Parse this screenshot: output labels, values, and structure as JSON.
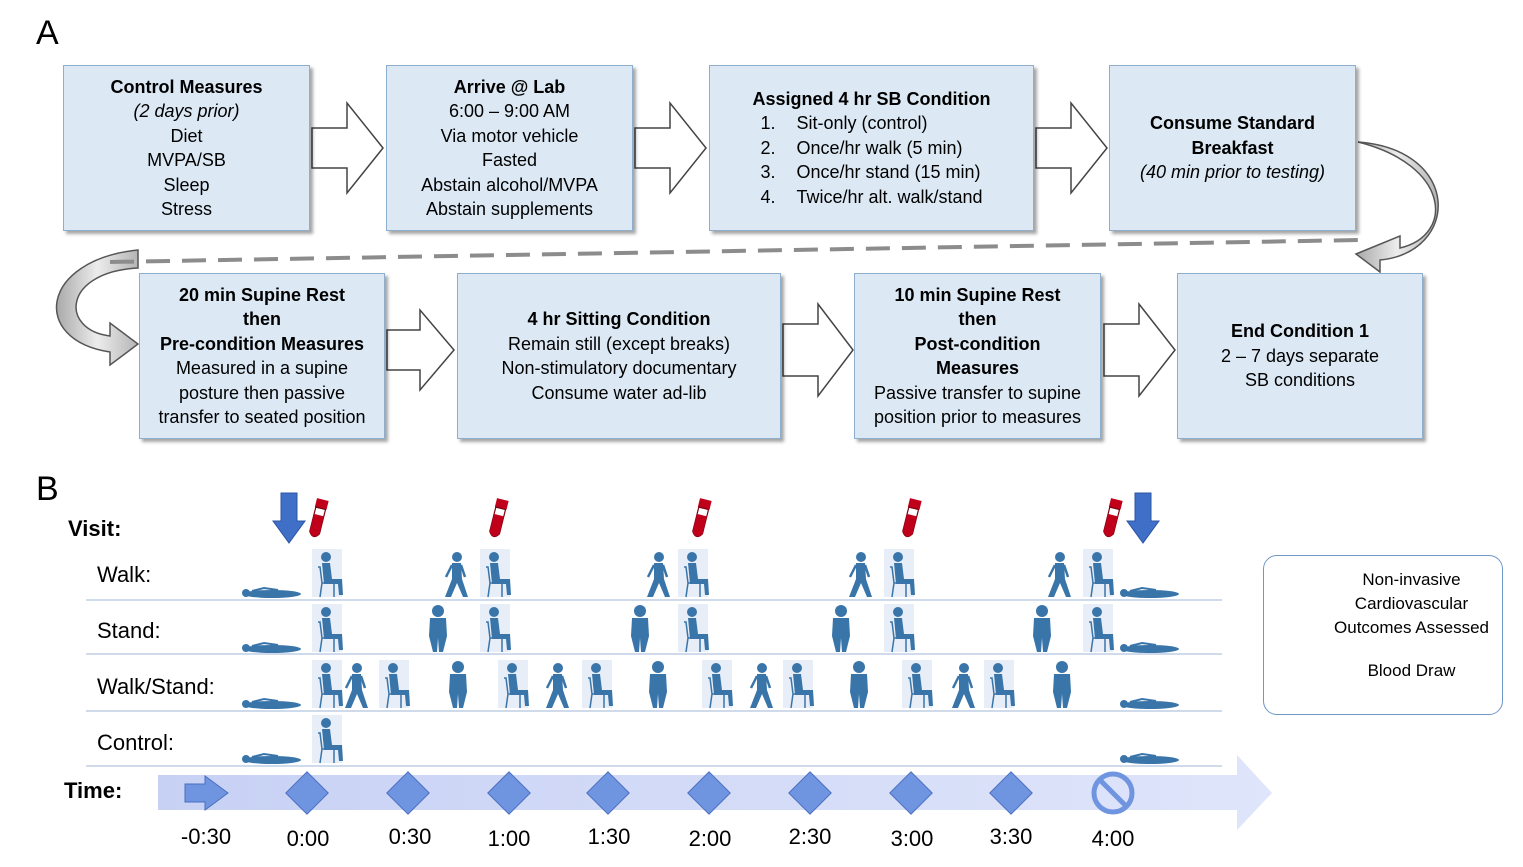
{
  "panel_a_label": "A",
  "panel_b_label": "B",
  "boxes": {
    "control": {
      "title": "Control Measures",
      "subtitle": "(2 days prior)",
      "lines": [
        "Diet",
        "MVPA/SB",
        "Sleep",
        "Stress"
      ]
    },
    "arrive": {
      "title": "Arrive @ Lab",
      "lines": [
        "6:00 – 9:00 AM",
        "Via motor vehicle",
        "Fasted",
        "Abstain alcohol/MVPA",
        "Abstain supplements"
      ]
    },
    "assigned": {
      "title": "Assigned 4 hr SB Condition",
      "items": [
        {
          "n": "1.",
          "text": "Sit-only (control)"
        },
        {
          "n": "2.",
          "text": "Once/hr walk (5 min)"
        },
        {
          "n": "3.",
          "text": "Once/hr stand (15 min)"
        },
        {
          "n": "4.",
          "text": "Twice/hr alt. walk/stand"
        }
      ]
    },
    "breakfast": {
      "title1": "Consume Standard",
      "title2": "Breakfast",
      "subtitle": "(40 min prior to testing)"
    },
    "supine20": {
      "title1": "20 min Supine Rest",
      "title2": "then",
      "title3": "Pre-condition Measures",
      "lines": [
        "Measured in a supine",
        "posture then passive",
        "transfer to seated position"
      ]
    },
    "sitting": {
      "title": "4 hr Sitting Condition",
      "lines": [
        "Remain still (except breaks)",
        "Non-stimulatory documentary",
        "Consume water ad-lib"
      ]
    },
    "supine10": {
      "title1": "10 min Supine Rest",
      "title2": "then",
      "title3": "Post-condition",
      "title4": "Measures",
      "lines": [
        "Passive transfer to supine",
        "position prior to measures"
      ]
    },
    "end": {
      "title": "End Condition 1",
      "lines": [
        "2 – 7 days separate",
        "SB conditions"
      ]
    }
  },
  "visit_label": "Visit:",
  "time_label": "Time:",
  "rows": [
    "Walk:",
    "Stand:",
    "Walk/Stand:",
    "Control:"
  ],
  "time_ticks": [
    "-0:30",
    "0:00",
    "0:30",
    "1:00",
    "1:30",
    "2:00",
    "2:30",
    "3:00",
    "3:30",
    "4:00"
  ],
  "legend": {
    "noninvasive": [
      "Non-invasive",
      "Cardiovascular",
      "Outcomes Assessed"
    ],
    "blood": "Blood Draw"
  },
  "colors": {
    "box_fill": "#dce9f5",
    "figure": "#3a75aa",
    "arrow_blue": "#3f6fc7",
    "tube_red": "#c0001a",
    "timeline": "#cfd8f5",
    "diamond": "#6f94e0"
  }
}
